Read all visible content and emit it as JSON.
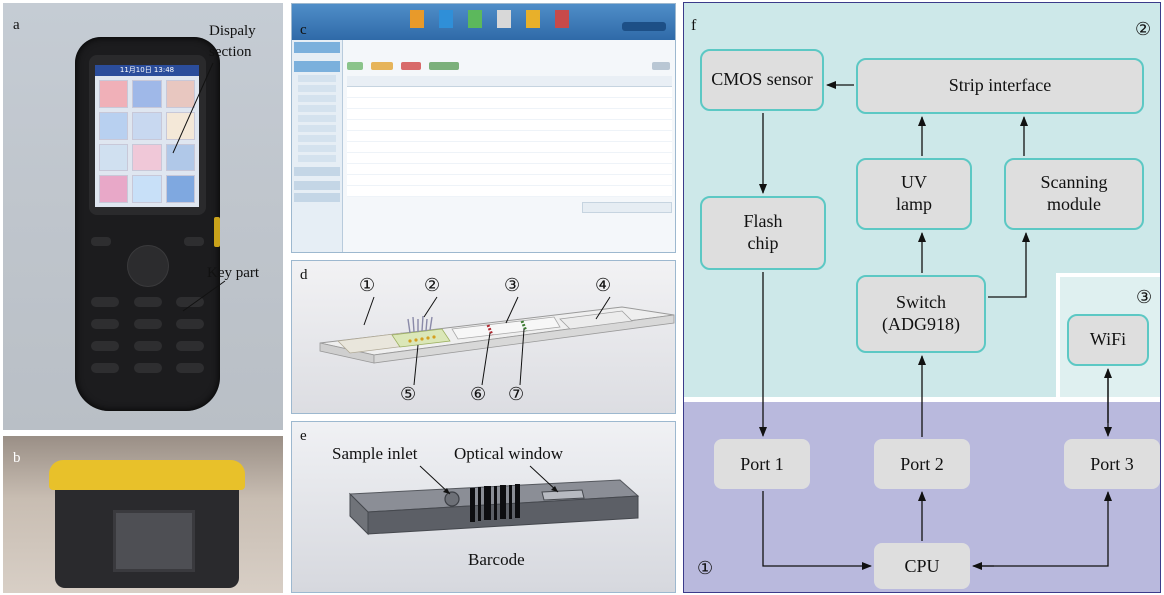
{
  "panels": {
    "a": "a",
    "b": "b",
    "c": "c",
    "d": "d",
    "e": "e",
    "f": "f"
  },
  "panel_a": {
    "display_label_line1": "Dispaly",
    "display_label_line2": "section",
    "key_label": "Key part",
    "date_text": "11月10日 13:48"
  },
  "panel_d": {
    "markers": [
      "①",
      "②",
      "③",
      "④",
      "⑤",
      "⑥",
      "⑦"
    ]
  },
  "panel_e": {
    "sample_inlet": "Sample inlet",
    "optical_window": "Optical window",
    "barcode": "Barcode"
  },
  "panel_f": {
    "regions": {
      "r1": "①",
      "r2": "②",
      "r3": "③"
    },
    "boxes": {
      "cmos": "CMOS sensor",
      "strip": "Strip interface",
      "uv_line1": "UV",
      "uv_line2": "lamp",
      "scan_line1": "Scanning",
      "scan_line2": "module",
      "flash_line1": "Flash",
      "flash_line2": "chip",
      "switch_line1": "Switch",
      "switch_line2": "(ADG918)",
      "wifi": "WiFi",
      "port1": "Port 1",
      "port2": "Port 2",
      "port3": "Port 3",
      "cpu": "CPU"
    },
    "colors": {
      "region_teal": "#cde8e9",
      "region_lilac": "#b9b9dd",
      "box_fill": "#dedede",
      "box_border": "#5cc8c4"
    }
  }
}
